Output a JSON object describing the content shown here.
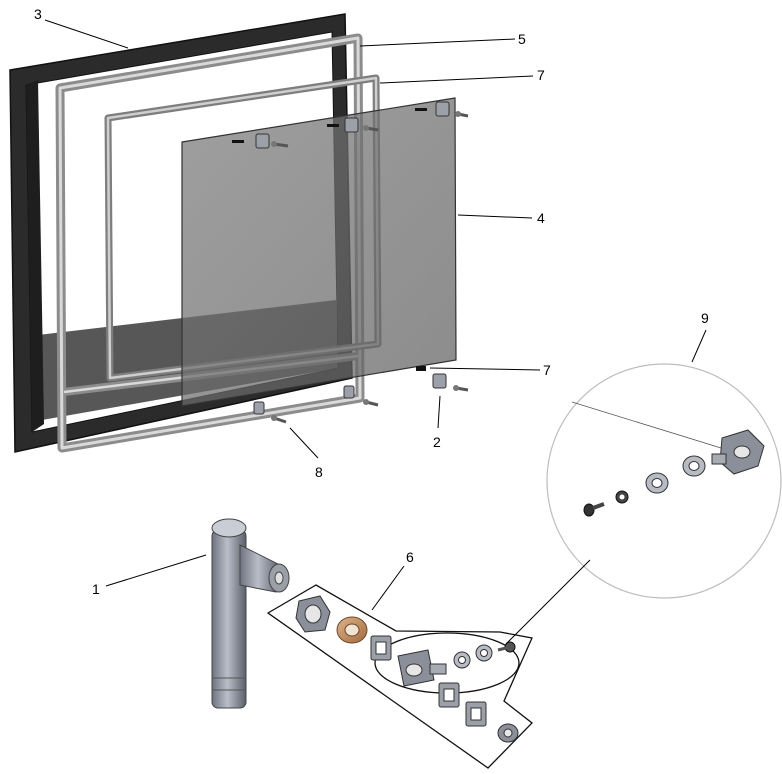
{
  "diagram": {
    "callouts": [
      {
        "id": "c3",
        "text": "3"
      },
      {
        "id": "c5",
        "text": "5"
      },
      {
        "id": "c7a",
        "text": "7"
      },
      {
        "id": "c4",
        "text": "4"
      },
      {
        "id": "c7b",
        "text": "7"
      },
      {
        "id": "c2",
        "text": "2"
      },
      {
        "id": "c8",
        "text": "8"
      },
      {
        "id": "c9",
        "text": "9"
      },
      {
        "id": "c6",
        "text": "6"
      },
      {
        "id": "c1",
        "text": "1"
      }
    ],
    "colors": {
      "frame_dark": "#2b2b2b",
      "gasket_gray": "#9a9a9a",
      "glass_tint": "#6f6f6f",
      "hinge_metal": "#8a8f99",
      "bushing_copper": "#c08a5a"
    }
  }
}
